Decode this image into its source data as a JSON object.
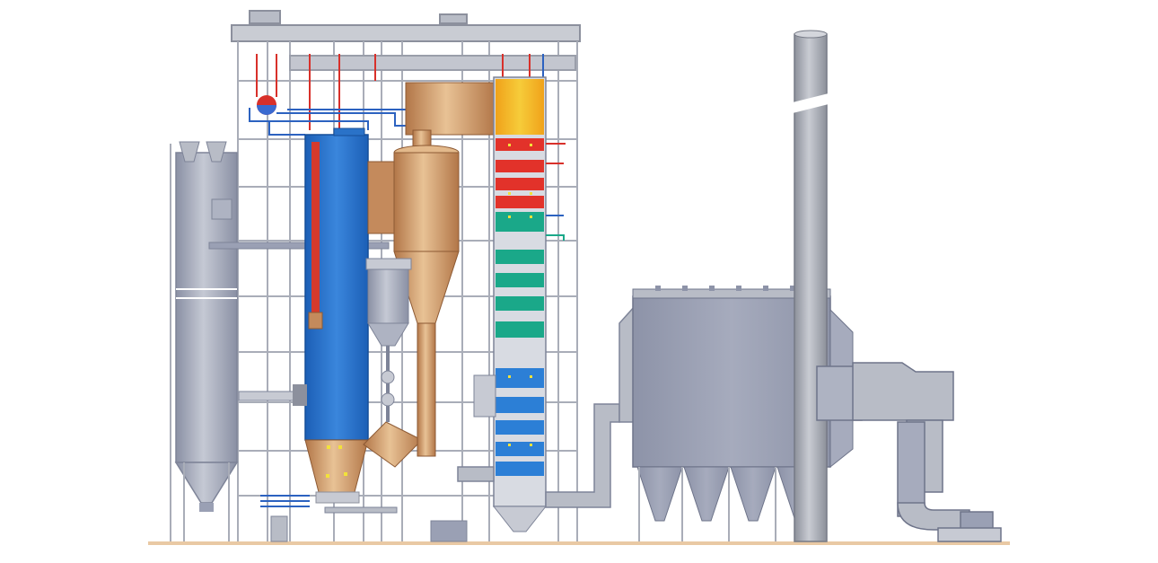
{
  "diagram": {
    "colors": {
      "background": "#ffffff",
      "ground": "#e9c9a4",
      "structure": "#a9adb8",
      "structure_dark": "#8c909d",
      "steel_light": "#c7cad3",
      "steel": "#9aa0b4",
      "furnace_blue": "#2a72c8",
      "furnace_red": "#d63a2c",
      "copper": "#c48a5c",
      "copper_light": "#e3b98b",
      "tube_blue": "#2c7fd6",
      "tube_teal": "#1aa889",
      "tube_red": "#e2322a",
      "tube_orange": "#f0a21a",
      "tube_yellow": "#f2c22a",
      "fitting_yellow": "#f2e23a",
      "drum_red": "#d8302a",
      "drum_blue": "#3a6ad0"
    },
    "components": [
      {
        "id": "storage-silo",
        "icon": "silo-icon"
      },
      {
        "id": "support-steel-frame",
        "icon": "frame-icon"
      },
      {
        "id": "steam-drum",
        "icon": "drum-icon"
      },
      {
        "id": "furnace",
        "icon": "furnace-icon"
      },
      {
        "id": "cyclone-separator",
        "icon": "cyclone-icon"
      },
      {
        "id": "loop-seal",
        "icon": "seal-icon"
      },
      {
        "id": "backpass-heat-exchanger",
        "icon": "heat-exchanger-icon"
      },
      {
        "id": "fabric-filter",
        "icon": "filter-icon"
      },
      {
        "id": "induced-draft-fan",
        "icon": "fan-icon"
      },
      {
        "id": "chimney-stack",
        "icon": "stack-icon"
      }
    ]
  }
}
